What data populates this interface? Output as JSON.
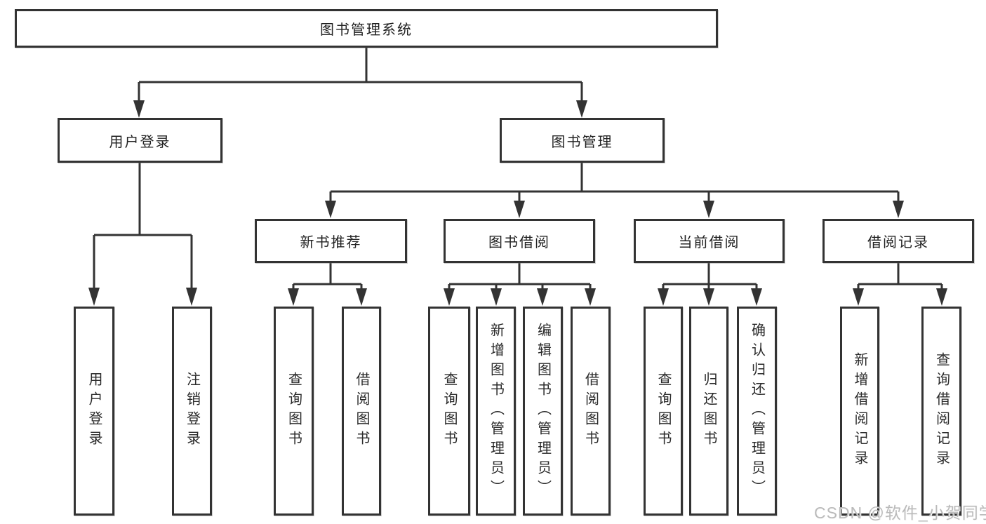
{
  "diagram": {
    "root": {
      "label": "图书管理系统"
    },
    "level2": [
      {
        "label": "用户登录"
      },
      {
        "label": "图书管理"
      }
    ],
    "level3": [
      {
        "label": "新书推荐"
      },
      {
        "label": "图书借阅"
      },
      {
        "label": "当前借阅"
      },
      {
        "label": "借阅记录"
      }
    ],
    "leaves": {
      "user_login": [
        {
          "label": "用户登录"
        },
        {
          "label": "注销登录"
        }
      ],
      "new_books": [
        {
          "label": "查询图书"
        },
        {
          "label": "借阅图书"
        }
      ],
      "book_borrow": [
        {
          "label": "查询图书"
        },
        {
          "label": "新增图书（管理员）"
        },
        {
          "label": "编辑图书（管理员）"
        },
        {
          "label": "借阅图书"
        }
      ],
      "current_borrow": [
        {
          "label": "查询图书"
        },
        {
          "label": "归还图书"
        },
        {
          "label": "确认归还（管理员）"
        }
      ],
      "borrow_records": [
        {
          "label": "新增借阅记录"
        },
        {
          "label": "查询借阅记录"
        }
      ]
    },
    "watermark": "CSDN @软件_小贺同学",
    "colors": {
      "line": "#333333",
      "box_border": "#333333",
      "box_fill": "#ffffff",
      "text": "#222222",
      "watermark": "#b6b6b6"
    }
  }
}
